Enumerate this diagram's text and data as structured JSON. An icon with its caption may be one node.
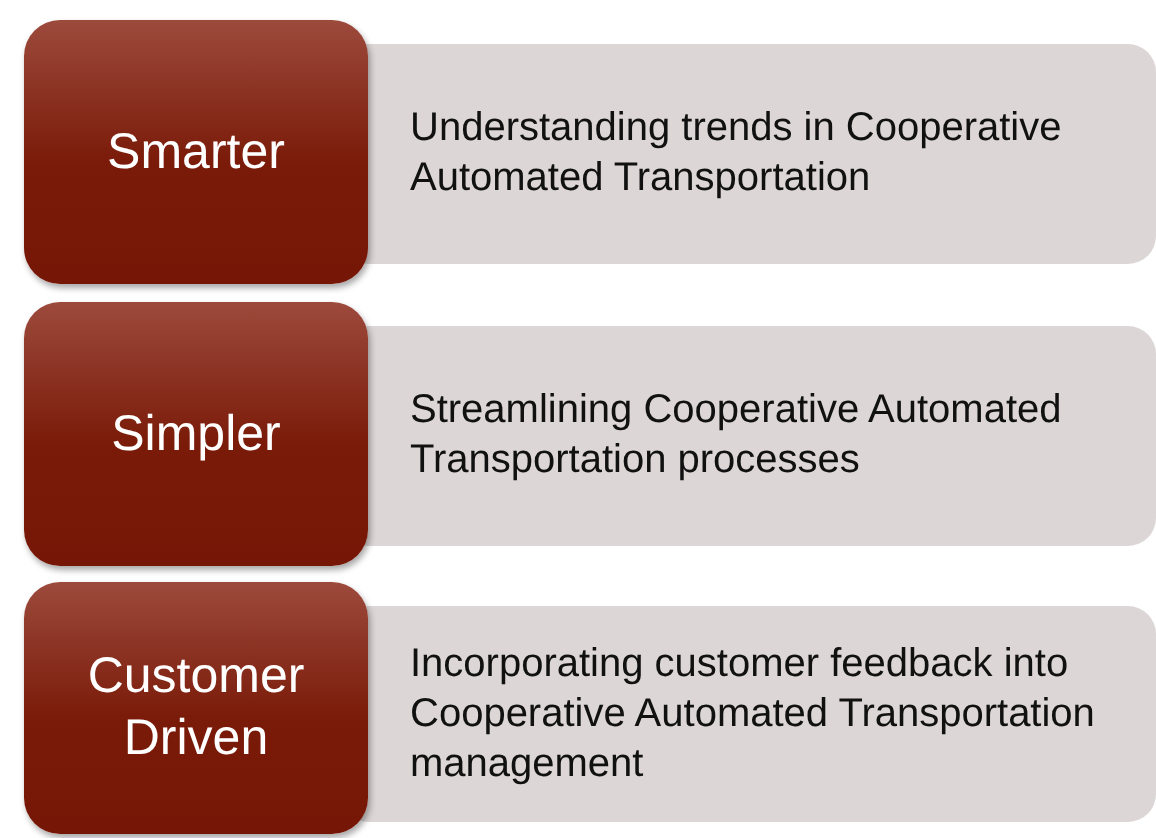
{
  "diagram": {
    "nodes": [
      {
        "text": [
          "Smarter"
        ]
      },
      {
        "text": [
          "Understanding trends in Cooperative Automated Transportation"
        ]
      },
      {
        "text": [
          "Simpler"
        ]
      },
      {
        "text": [
          "Streamlining Cooperative Automated Transportation processes"
        ]
      },
      {
        "text": [
          "Customer Driven"
        ]
      },
      {
        "text": [
          "Incorporating customer feedback into Cooperative Automated Transportation management"
        ]
      }
    ]
  }
}
